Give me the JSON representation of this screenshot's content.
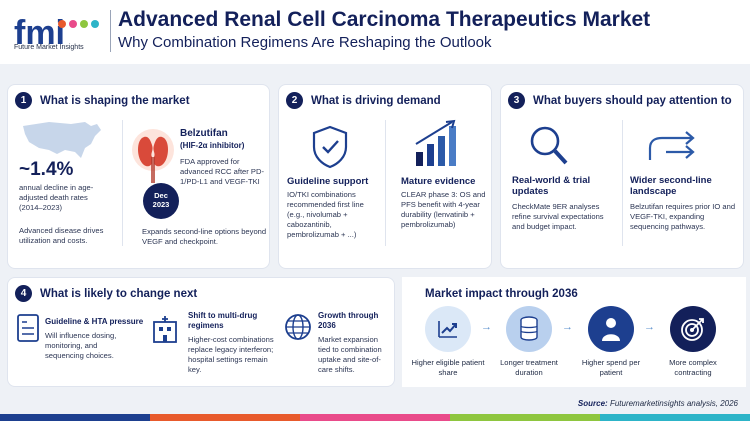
{
  "header": {
    "logo_mark": "fmi",
    "logo_text": "Future Market Insights",
    "title": "Advanced Renal Cell Carcinoma Therapeutics Market",
    "subtitle": "Why Combination Regimens Are Reshaping the Outlook"
  },
  "section1": {
    "number": "1",
    "title": "What is shaping the market",
    "stat_value": "~1.4%",
    "stat_desc": "annual decline in age-adjusted death rates (2014–2023)",
    "note": "Advanced disease drives utilization and costs.",
    "drug_name": "Belzutifan",
    "drug_class": "(HIF-2α inhibitor)",
    "drug_desc": "FDA approved for advanced RCC after PD-1/PD-L1 and VEGF-TKI",
    "date_month": "Dec",
    "date_year": "2023",
    "drug_note": "Expands second-line options beyond VEGF and checkpoint."
  },
  "section2": {
    "number": "2",
    "title": "What is driving demand",
    "item1_title": "Guideline support",
    "item1_desc": "IO/TKI combinations recommended first line (e.g., nivolumab + cabozantinib, pembrolizumab + ...)",
    "item2_title": "Mature evidence",
    "item2_desc": "CLEAR phase 3: OS and PFS benefit with 4-year durability (lenvatinib + pembrolizumab)"
  },
  "section3": {
    "number": "3",
    "title": "What buyers should pay attention to",
    "item1_title": "Real-world & trial updates",
    "item1_desc": "CheckMate 9ER analyses refine survival expectations and budget impact.",
    "item2_title": "Wider second-line landscape",
    "item2_desc": "Belzutifan requires prior IO and VEGF-TKI, expanding sequencing pathways."
  },
  "section4": {
    "number": "4",
    "title": "What is likely to change next",
    "item1_title": "Guideline & HTA pressure",
    "item1_desc": "Will influence dosing, monitoring, and sequencing choices.",
    "item2_title": "Shift to multi-drug regimens",
    "item2_desc": "Higher-cost combinations replace legacy interferon; hospital settings remain key.",
    "item3_title": "Growth through 2036",
    "item3_desc": "Market expansion tied to combination uptake and site-of-care shifts."
  },
  "impact": {
    "title": "Market impact through 2036",
    "items": [
      {
        "label": "Higher eligible patient share",
        "icon": "trend-up-icon",
        "color": "#dbe8f7"
      },
      {
        "label": "Longer treatment duration",
        "icon": "coins-icon",
        "color": "#b9d0ee"
      },
      {
        "label": "Higher spend per patient",
        "icon": "person-icon",
        "color": "#1d3f8f"
      },
      {
        "label": "More complex contracting",
        "icon": "target-icon",
        "color": "#13205a"
      }
    ]
  },
  "footer": {
    "source_label": "Source:",
    "source_text": "Futuremarketinsights analysis, 2026"
  },
  "colors": {
    "navy": "#13205a",
    "accent_blue": "#5a8fcc",
    "bar": [
      "#1d3f8f",
      "#e85a2c",
      "#e94b8a",
      "#8ec63f",
      "#2db4c8"
    ]
  }
}
